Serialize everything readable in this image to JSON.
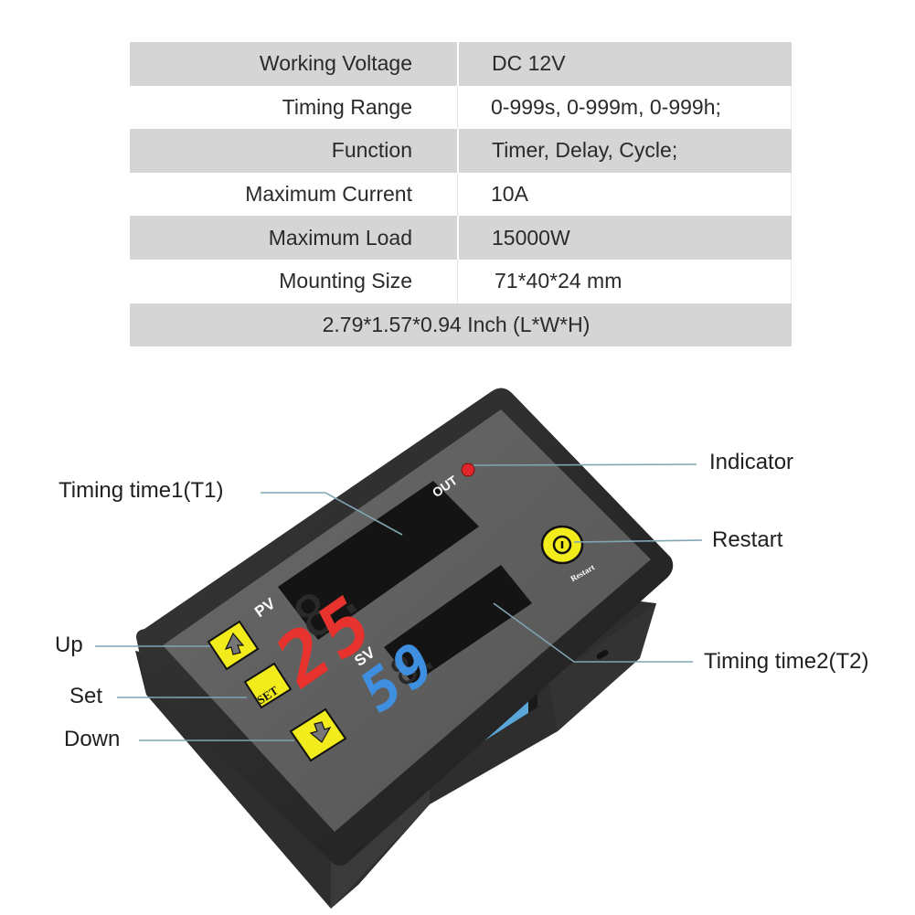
{
  "spec_table": {
    "rows": [
      {
        "label": "Working Voltage",
        "value": "DC 12V"
      },
      {
        "label": "Timing Range",
        "value": "0-999s, 0-999m, 0-999h;"
      },
      {
        "label": "Function",
        "value": "Timer, Delay, Cycle;"
      },
      {
        "label": "Maximum Current",
        "value": "10A"
      },
      {
        "label": "Maximum Load",
        "value": "15000W"
      },
      {
        "label": "Mounting Size",
        "value": "71*40*24 mm"
      }
    ],
    "footer": "2.79*1.57*0.94 Inch (L*W*H)"
  },
  "callouts": {
    "timing_time1": "Timing time1(T1)",
    "up": "Up",
    "set": "Set",
    "down": "Down",
    "indicator": "Indicator",
    "restart": "Restart",
    "timing_time2": "Timing time2(T2)"
  },
  "device": {
    "pv_label": "PV",
    "sv_label": "SV",
    "out_label": "OUT",
    "pv_display": "25",
    "sv_display": "59",
    "set_button_label": "SET",
    "restart_button_label": "Restart",
    "icons": {
      "up": "up-arrow-icon",
      "down": "down-arrow-icon",
      "restart": "power-icon"
    },
    "colors": {
      "pv_digits": "#e8322e",
      "sv_digits": "#3f8fe0",
      "buttons": "#f2ec1c",
      "indicator_led": "#e0262a",
      "terminal_block": "#5aa6d8",
      "housing": "#2b2b2b",
      "faceplate": "#5c5c5c"
    }
  }
}
